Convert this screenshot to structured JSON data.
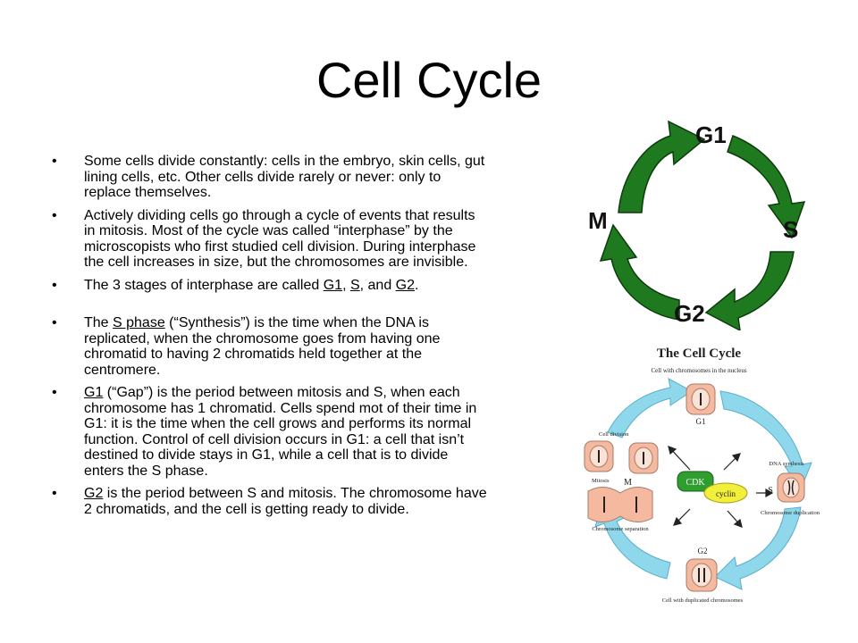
{
  "title": "Cell Cycle",
  "bullets": [
    {
      "text": "Some cells divide constantly: cells in the embryo, skin cells, gut lining cells, etc.  Other cells divide rarely or never: only to replace themselves."
    },
    {
      "text": "Actively dividing cells go through a cycle of events that results in mitosis.  Most of the cycle was called “interphase” by the microscopists who first studied cell division.  During interphase the cell increases in size, but the chromosomes are invisible."
    },
    {
      "prefix": "The 3 stages of interphase are called ",
      "g1": "G1",
      "sep1": ", ",
      "s": "S",
      "sep2": ", and ",
      "g2": "G2",
      "suffix": "."
    },
    {
      "term": "S phase",
      "before": "The ",
      "rest": " (“Synthesis”) is the time when the DNA is replicated, when the chromosome goes from having one chromatid to having 2 chromatids held together at the centromere."
    },
    {
      "term": "G1",
      "rest": " (“Gap”) is the period between mitosis and S, when each chromosome has 1 chromatid.  Cells spend mot of their time in G1: it is the time when the cell grows and performs its normal function.  Control of cell division occurs in G1: a cell that isn’t destined to divide stays in G1, while a cell that is to divide enters the S phase."
    },
    {
      "term": "G2",
      "rest": " is the period between S and mitosis.  The chromosome have 2 chromatids, and the cell is getting ready to divide."
    }
  ],
  "cycle_diagram": {
    "labels": {
      "g1": "G1",
      "s": "S",
      "g2": "G2",
      "m": "M"
    },
    "arrow_color": "#1f7a1f",
    "arrow_edge": "#0b3d0b"
  },
  "cell_cycle_figure": {
    "title": "The Cell Cycle",
    "caption_top": "Cell with chromosomes in the nucleus",
    "g1": "G1",
    "s": "S",
    "g2": "G2",
    "m": "M",
    "dna_synthesis": "DNA synthesis",
    "chromosome_duplication": "Chromosome duplication",
    "caption_bottom": "Cell with duplicated chromosomes",
    "cell_division": "Cell division",
    "mitosis": "Mitosis",
    "chromosome_separation": "Chromosome separation",
    "cdk": "CDK",
    "cyclin": "cyclin",
    "colors": {
      "arrow": "#8fd8ec",
      "cell": "#f4b99f",
      "cdk": "#2f9e2f",
      "cyclin": "#f2ef3a"
    }
  }
}
